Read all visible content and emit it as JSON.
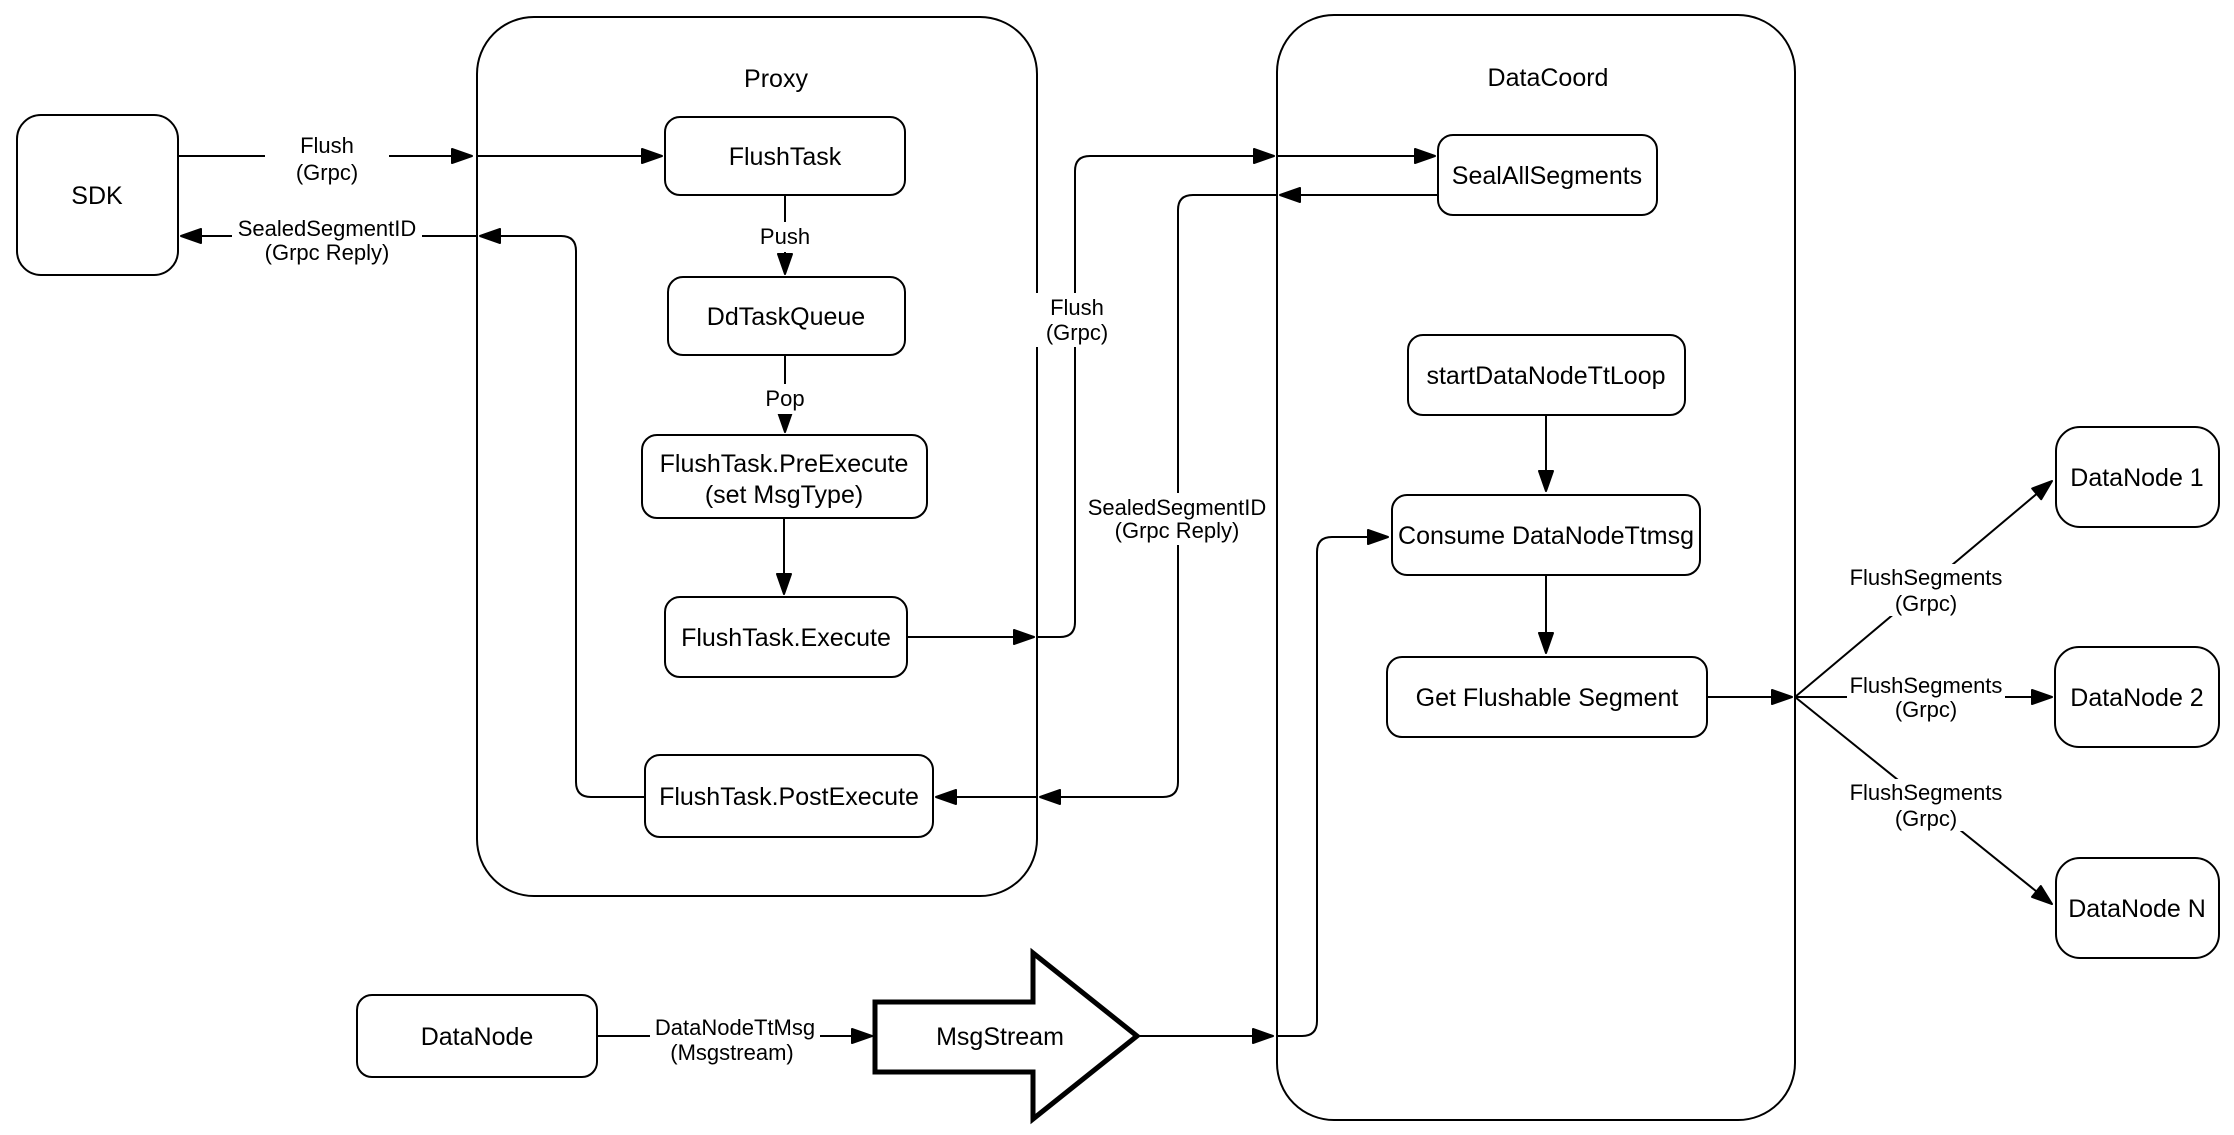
{
  "diagram": {
    "colors": {
      "stroke": "#000000",
      "background": "#ffffff",
      "text": "#000000"
    },
    "containers": {
      "proxy": {
        "title": "Proxy"
      },
      "datacoord": {
        "title": "DataCoord"
      }
    },
    "nodes": {
      "sdk": {
        "label": "SDK"
      },
      "flushTask": {
        "label": "FlushTask"
      },
      "ddTaskQueue": {
        "label": "DdTaskQueue"
      },
      "preExecute": {
        "line1": "FlushTask.PreExecute",
        "line2": "(set MsgType)"
      },
      "execute": {
        "label": "FlushTask.Execute"
      },
      "postExecute": {
        "label": "FlushTask.PostExecute"
      },
      "sealAllSegments": {
        "label": "SealAllSegments"
      },
      "startDataNodeTtLoop": {
        "label": "startDataNodeTtLoop"
      },
      "consumeDataNodeTtmsg": {
        "label": "Consume DataNodeTtmsg"
      },
      "getFlushableSegment": {
        "label": "Get Flushable Segment"
      },
      "dataNode1": {
        "label": "DataNode 1"
      },
      "dataNode2": {
        "label": "DataNode 2"
      },
      "dataNodeN": {
        "label": "DataNode N"
      },
      "dataNodeBottom": {
        "label": "DataNode"
      },
      "msgStream": {
        "label": "MsgStream"
      }
    },
    "edge_labels": {
      "flush_sdk": {
        "line1": "Flush",
        "line2": "(Grpc)"
      },
      "sealed_sdk": {
        "line1": "SealedSegmentID",
        "line2": "(Grpc Reply)"
      },
      "push": {
        "label": "Push"
      },
      "pop": {
        "label": "Pop"
      },
      "flush_mid": {
        "line1": "Flush",
        "line2": "(Grpc)"
      },
      "sealed_mid": {
        "line1": "SealedSegmentID",
        "line2": "(Grpc Reply)"
      },
      "flushseg_1": {
        "line1": "FlushSegments",
        "line2": "(Grpc)"
      },
      "flushseg_2": {
        "line1": "FlushSegments",
        "line2": "(Grpc)"
      },
      "flushseg_3": {
        "line1": "FlushSegments",
        "line2": "(Grpc)"
      },
      "datanode_ttmsg": {
        "line1": "DataNodeTtMsg",
        "line2": "(Msgstream)"
      }
    }
  }
}
